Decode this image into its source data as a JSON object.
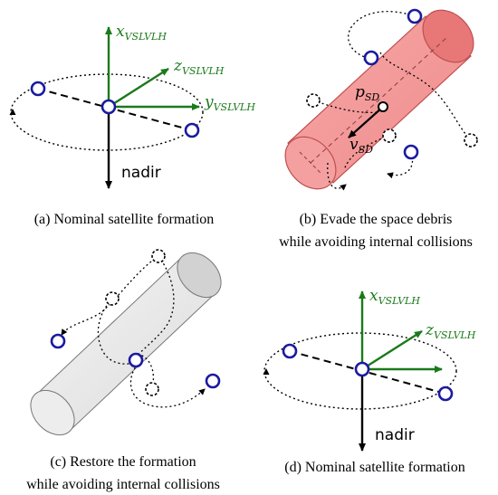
{
  "panels": {
    "a": {
      "caption": "(a) Nominal satellite formation",
      "x_label": "x",
      "x_sub": "VSLVLH",
      "y_label": "y",
      "y_sub": "VSLVLH",
      "z_label": "z",
      "z_sub": "VSLVLH",
      "nadir": "nadir"
    },
    "b": {
      "caption_line1": "(b) Evade the space debris",
      "caption_line2": "while avoiding internal collisions",
      "p_label": "p",
      "p_sub": "SD",
      "v_label": "v",
      "v_sub": "SD"
    },
    "c": {
      "caption_line1": "(c) Restore the formation",
      "caption_line2": "while avoiding internal collisions"
    },
    "d": {
      "caption": "(d) Nominal satellite formation",
      "x_label": "x",
      "x_sub": "VSLVLH",
      "z_label": "z",
      "z_sub": "VSLVLH",
      "nadir": "nadir"
    }
  },
  "colors": {
    "axis_green": "#1a7a1a",
    "satellite_blue": "#1a1aa0",
    "debris_cylinder": "#f28b8b",
    "restore_cylinder": "#d9d9d9"
  }
}
